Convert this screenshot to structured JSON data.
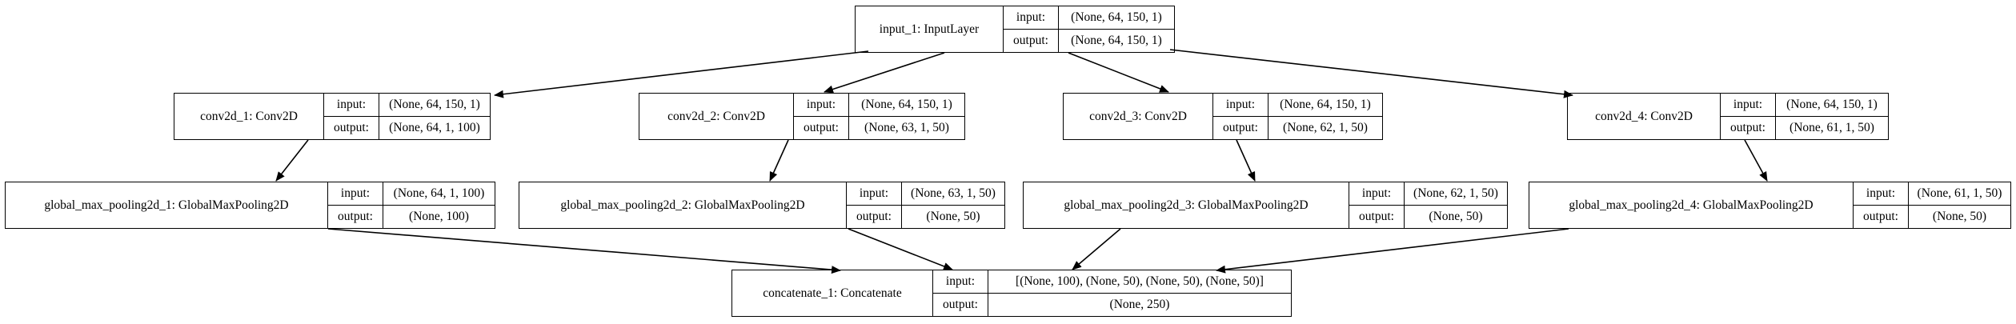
{
  "nodes": [
    {
      "id": "input_1",
      "name": "input_1: InputLayer",
      "input": "(None, 64, 150, 1)",
      "output": "(None, 64, 150, 1)"
    },
    {
      "id": "conv2d_1",
      "name": "conv2d_1: Conv2D",
      "input": "(None, 64, 150, 1)",
      "output": "(None, 64, 1, 100)"
    },
    {
      "id": "conv2d_2",
      "name": "conv2d_2: Conv2D",
      "input": "(None, 64, 150, 1)",
      "output": "(None, 63, 1, 50)"
    },
    {
      "id": "conv2d_3",
      "name": "conv2d_3: Conv2D",
      "input": "(None, 64, 150, 1)",
      "output": "(None, 62, 1, 50)"
    },
    {
      "id": "conv2d_4",
      "name": "conv2d_4: Conv2D",
      "input": "(None, 64, 150, 1)",
      "output": "(None, 61, 1, 50)"
    },
    {
      "id": "gmp_1",
      "name": "global_max_pooling2d_1: GlobalMaxPooling2D",
      "input": "(None, 64, 1, 100)",
      "output": "(None, 100)"
    },
    {
      "id": "gmp_2",
      "name": "global_max_pooling2d_2: GlobalMaxPooling2D",
      "input": "(None, 63, 1, 50)",
      "output": "(None, 50)"
    },
    {
      "id": "gmp_3",
      "name": "global_max_pooling2d_3: GlobalMaxPooling2D",
      "input": "(None, 62, 1, 50)",
      "output": "(None, 50)"
    },
    {
      "id": "gmp_4",
      "name": "global_max_pooling2d_4: GlobalMaxPooling2D",
      "input": "(None, 61, 1, 50)",
      "output": "(None, 50)"
    },
    {
      "id": "concat_1",
      "name": "concatenate_1: Concatenate",
      "input": "[(None, 100), (None, 50), (None, 50), (None, 50)]",
      "output": "(None, 250)"
    }
  ],
  "port_labels": {
    "input": "input:",
    "output": "output:"
  },
  "edges": [
    {
      "from": "input_1",
      "to": "conv2d_1"
    },
    {
      "from": "input_1",
      "to": "conv2d_2"
    },
    {
      "from": "input_1",
      "to": "conv2d_3"
    },
    {
      "from": "input_1",
      "to": "conv2d_4"
    },
    {
      "from": "conv2d_1",
      "to": "gmp_1"
    },
    {
      "from": "conv2d_2",
      "to": "gmp_2"
    },
    {
      "from": "conv2d_3",
      "to": "gmp_3"
    },
    {
      "from": "conv2d_4",
      "to": "gmp_4"
    },
    {
      "from": "gmp_1",
      "to": "concat_1"
    },
    {
      "from": "gmp_2",
      "to": "concat_1"
    },
    {
      "from": "gmp_3",
      "to": "concat_1"
    },
    {
      "from": "gmp_4",
      "to": "concat_1"
    }
  ]
}
